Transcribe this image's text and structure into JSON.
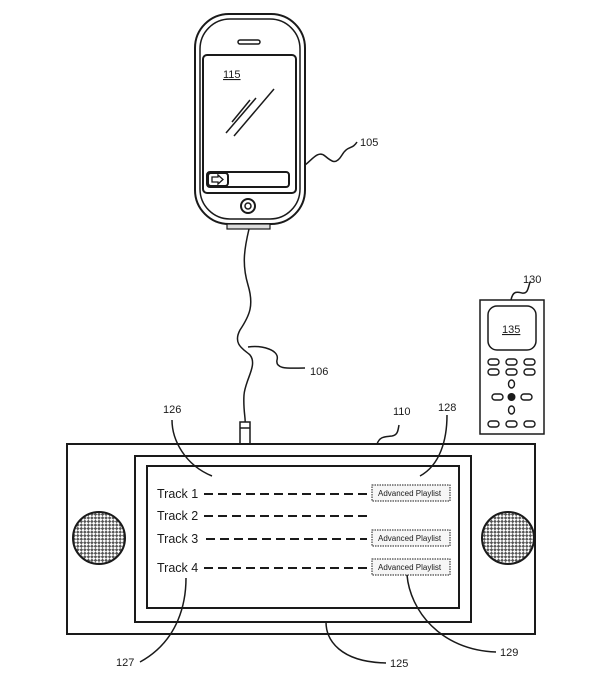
{
  "figure": {
    "reference_labels": {
      "phone": "105",
      "phone_screen": "115",
      "cable": "106",
      "dock": "110",
      "dock_display_outer": "125",
      "dock_display_ref_left": "126",
      "dock_display_ref_track": "127",
      "dock_display_ref_right": "128",
      "dock_button_ref": "129",
      "remote": "130",
      "remote_screen": "135"
    },
    "phone": {
      "slider_icon": "arrow-right-icon",
      "home_button_icon": "home-button-icon"
    },
    "dock_display": {
      "tracks": [
        {
          "label": "Track 1",
          "button": "Advanced Playlist"
        },
        {
          "label": "Track 2",
          "button": null
        },
        {
          "label": "Track 3",
          "button": "Advanced Playlist"
        },
        {
          "label": "Track 4",
          "button": "Advanced Playlist"
        }
      ]
    },
    "speakers": [
      "speaker-left",
      "speaker-right"
    ]
  }
}
